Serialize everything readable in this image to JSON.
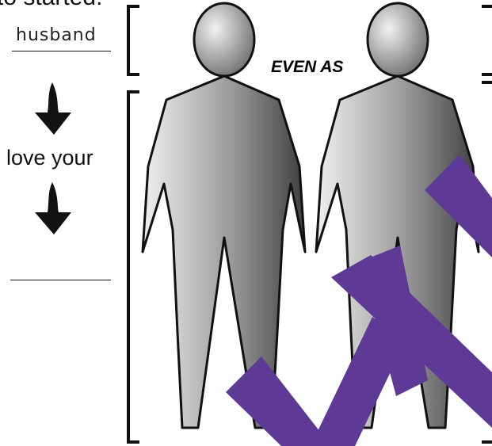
{
  "heading": "to started.",
  "label_husband": "husband",
  "label_love_your": "love your",
  "label_even_as": "EVEN AS",
  "colors": {
    "figure_fill_light": "#e6e6e6",
    "figure_fill_dark": "#4a4a4a",
    "figure_stroke": "#111111",
    "purple_stripe": "#5e3a96",
    "bracket": "#111111"
  },
  "icons": [
    "down-arrow-icon",
    "down-arrow-icon",
    "bracket-icon"
  ]
}
